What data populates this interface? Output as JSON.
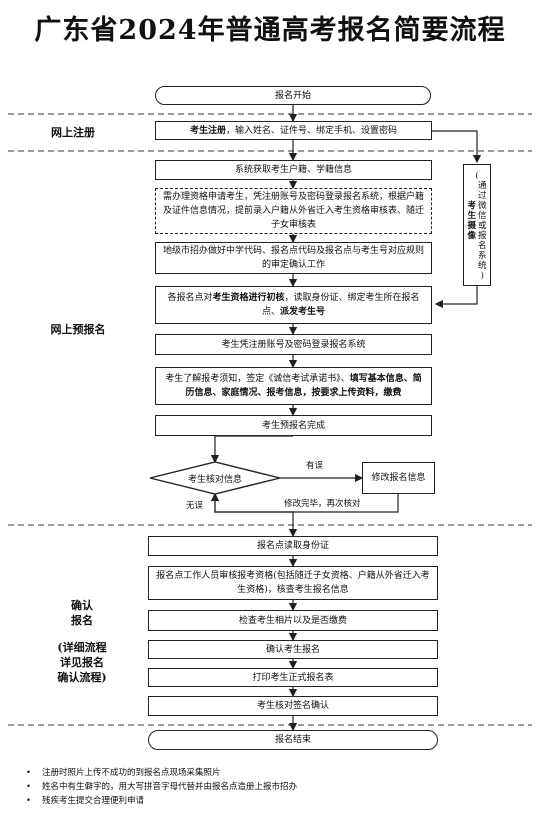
{
  "title": "广东省2024年普通高考报名简要流程",
  "stages": {
    "online_register": "网上注册",
    "online_prereg": "网上预报名",
    "confirm": [
      "确认",
      "报名",
      "(详细流程",
      "详见报名",
      "确认流程)"
    ]
  },
  "nodes": {
    "start": "报名开始",
    "register_bold": "考生注册",
    "register_rest": "，输入姓名、证件号、绑定手机、设置密码",
    "fetch_info": "系统获取考生户籍、学籍信息",
    "qualify_apply": "需办理资格申请考生，凭注册账号及密码登录报名系统，根据户籍及证件信息情况，提前录入户籍从外省迁入考生资格审核表、随迁子女审核表",
    "local_code": "地级市招办做好中学代码、报名点代码及报名点与考生号对应规则的审定确认工作",
    "initial_a": "各报名点对",
    "initial_b": "考生资格进行初核",
    "initial_c": "，读取身份证、绑定考生所在报名点、",
    "initial_d": "派发考生号",
    "login": "考生凭注册账号及密码登录报名系统",
    "fill_a": "考生了解报考须知，签定《诚信考试承诺书》、",
    "fill_b": "填写基本信息、简历信息、家庭情况、报考信息，按要求上传资料，缴费",
    "prereg_done": "考生预报名完成",
    "verify": "考生核对信息",
    "modify": "修改报名信息",
    "read_id": "报名点读取身份证",
    "review": "报名点工作人员审核报考资格(包括随迁子女资格、户籍从外省迁入考生资格)，核查考生报名信息",
    "photo_check": "检查考生相片以及是否缴费",
    "confirm_info": "确认考生报名",
    "print": "打印考生正式报名表",
    "sign": "考生核对签名确认",
    "end": "报名结束"
  },
  "side_box": {
    "line1": [
      "(",
      "通",
      "过",
      "微",
      "信",
      "或",
      "报",
      "名",
      "系",
      "统",
      ")"
    ],
    "bold": [
      "考",
      "生",
      "摄",
      "像"
    ]
  },
  "edge_labels": {
    "error": "有误",
    "no_error": "无误",
    "recheck": "修改完毕，再次核对"
  },
  "notes": [
    "注册时照片上传不成功的到报名点现场采集照片",
    "姓名中有生僻字的，用大写拼音字母代替并由报名点造册上报市招办",
    "残疾考生提交合理便利申请"
  ]
}
